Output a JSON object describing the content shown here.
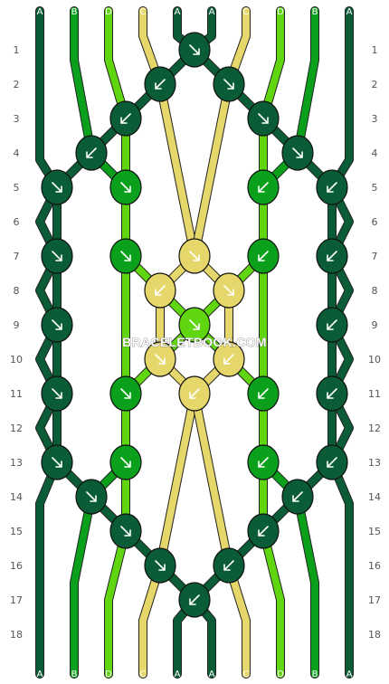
{
  "colors": {
    "A": "#0a5c36",
    "B": "#0aa01c",
    "C": "#e6d76a",
    "D": "#5fd610"
  },
  "columns": [
    "A",
    "B",
    "D",
    "C",
    "A",
    "A",
    "C",
    "D",
    "B",
    "A"
  ],
  "rows": [
    "1",
    "2",
    "3",
    "4",
    "5",
    "6",
    "7",
    "8",
    "9",
    "10",
    "11",
    "12",
    "13",
    "14",
    "15",
    "16",
    "17",
    "18"
  ],
  "watermark": "BRACELETBOOK.COM",
  "knots": [
    {
      "row": 1,
      "col": 4.5,
      "color": "A",
      "dir": "down-right"
    },
    {
      "row": 2,
      "col": 3.5,
      "color": "A",
      "dir": "down-left"
    },
    {
      "row": 2,
      "col": 5.5,
      "color": "A",
      "dir": "down-right"
    },
    {
      "row": 3,
      "col": 2.5,
      "color": "A",
      "dir": "down-left"
    },
    {
      "row": 3,
      "col": 6.5,
      "color": "A",
      "dir": "down-right"
    },
    {
      "row": 4,
      "col": 1.5,
      "color": "A",
      "dir": "down-left"
    },
    {
      "row": 4,
      "col": 7.5,
      "color": "A",
      "dir": "down-right"
    },
    {
      "row": 5,
      "col": 0.5,
      "color": "A",
      "dir": "down-right"
    },
    {
      "row": 5,
      "col": 2.5,
      "color": "B",
      "dir": "down-right"
    },
    {
      "row": 5,
      "col": 6.5,
      "color": "B",
      "dir": "down-left"
    },
    {
      "row": 5,
      "col": 8.5,
      "color": "A",
      "dir": "down-left"
    },
    {
      "row": 7,
      "col": 0.5,
      "color": "A",
      "dir": "down-right"
    },
    {
      "row": 7,
      "col": 2.5,
      "color": "B",
      "dir": "down-right"
    },
    {
      "row": 7,
      "col": 4.5,
      "color": "C",
      "dir": "down-right"
    },
    {
      "row": 7,
      "col": 6.5,
      "color": "B",
      "dir": "down-left"
    },
    {
      "row": 7,
      "col": 8.5,
      "color": "A",
      "dir": "down-left"
    },
    {
      "row": 8,
      "col": 3.5,
      "color": "C",
      "dir": "down-left"
    },
    {
      "row": 8,
      "col": 5.5,
      "color": "C",
      "dir": "down-right"
    },
    {
      "row": 9,
      "col": 0.5,
      "color": "A",
      "dir": "down-right"
    },
    {
      "row": 9,
      "col": 4.5,
      "color": "D",
      "dir": "down-right"
    },
    {
      "row": 9,
      "col": 8.5,
      "color": "A",
      "dir": "down-left"
    },
    {
      "row": 10,
      "col": 3.5,
      "color": "C",
      "dir": "down-right"
    },
    {
      "row": 10,
      "col": 5.5,
      "color": "C",
      "dir": "down-left"
    },
    {
      "row": 11,
      "col": 0.5,
      "color": "A",
      "dir": "down-right"
    },
    {
      "row": 11,
      "col": 2.5,
      "color": "B",
      "dir": "down-right"
    },
    {
      "row": 11,
      "col": 4.5,
      "color": "C",
      "dir": "down-left"
    },
    {
      "row": 11,
      "col": 6.5,
      "color": "B",
      "dir": "down-left"
    },
    {
      "row": 11,
      "col": 8.5,
      "color": "A",
      "dir": "down-left"
    },
    {
      "row": 13,
      "col": 0.5,
      "color": "A",
      "dir": "down-right"
    },
    {
      "row": 13,
      "col": 2.5,
      "color": "B",
      "dir": "down-right"
    },
    {
      "row": 13,
      "col": 6.5,
      "color": "B",
      "dir": "down-left"
    },
    {
      "row": 13,
      "col": 8.5,
      "color": "A",
      "dir": "down-left"
    },
    {
      "row": 14,
      "col": 1.5,
      "color": "A",
      "dir": "down-right"
    },
    {
      "row": 14,
      "col": 7.5,
      "color": "A",
      "dir": "down-left"
    },
    {
      "row": 15,
      "col": 2.5,
      "color": "A",
      "dir": "down-right"
    },
    {
      "row": 15,
      "col": 6.5,
      "color": "A",
      "dir": "down-left"
    },
    {
      "row": 16,
      "col": 3.5,
      "color": "A",
      "dir": "down-right"
    },
    {
      "row": 16,
      "col": 5.5,
      "color": "A",
      "dir": "down-left"
    },
    {
      "row": 17,
      "col": 4.5,
      "color": "A",
      "dir": "down-left"
    }
  ]
}
